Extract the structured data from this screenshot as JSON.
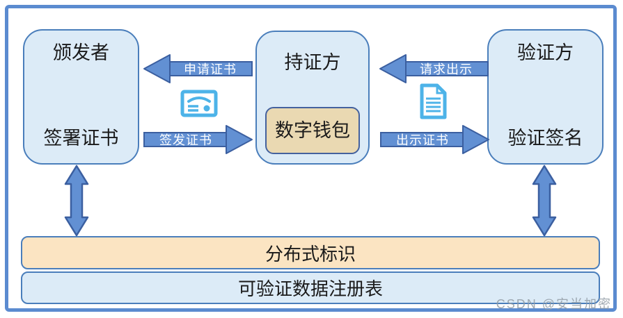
{
  "actors": {
    "issuer": {
      "title": "颁发者",
      "action": "签署证书"
    },
    "holder": {
      "title": "持证方",
      "wallet_label": "数字钱包"
    },
    "verifier": {
      "title": "验证方",
      "action": "验证签名"
    }
  },
  "arrows": {
    "apply_cert": "申请证书",
    "issue_cert": "签发证书",
    "request_presentation": "请求出示",
    "present_cert": "出示证书"
  },
  "layers": {
    "did": "分布式标识",
    "registry": "可验证数据注册表"
  },
  "icons": {
    "certificate": "certificate-icon",
    "document": "document-icon"
  },
  "colors": {
    "frame_blue": "#5b8bd0",
    "box_fill": "#dcebf7",
    "box_border": "#4a7ebb",
    "arrow_fill": "#6290d3",
    "arrow_border": "#3b5fa0",
    "wallet_fill": "#ead9b2",
    "wallet_border": "#44619e",
    "did_layer_fill": "#fbe4c2",
    "icon_blue": "#4db3e8",
    "arrow_label_text": "#ffffff"
  },
  "watermark": "CSDN @安当加密"
}
